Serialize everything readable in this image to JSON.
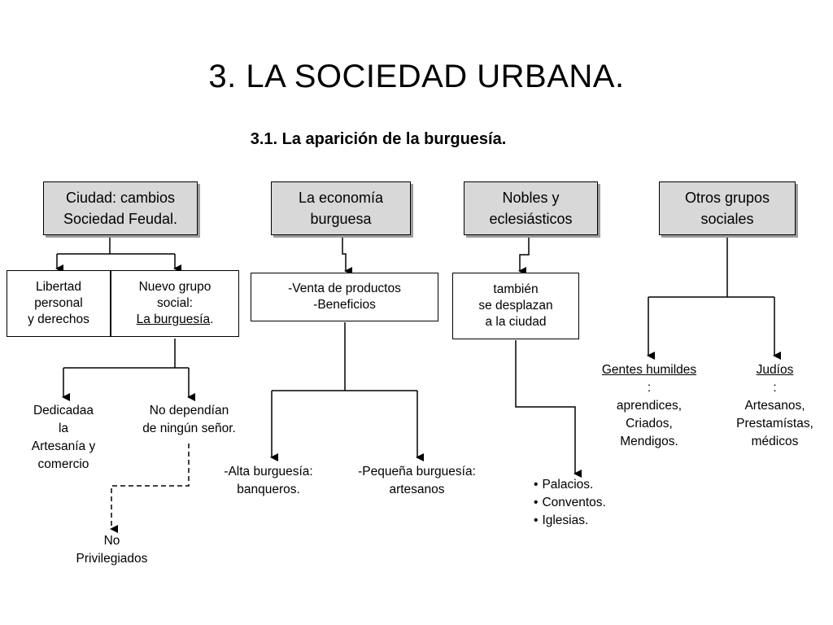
{
  "title": "3. LA SOCIEDAD URBANA.",
  "subtitle": "3.1. La aparición de la burguesía.",
  "headers": [
    {
      "line1": "Ciudad: cambios",
      "line2": "Sociedad Feudal."
    },
    {
      "line1": "La economía",
      "line2": "burguesa"
    },
    {
      "line1": "Nobles y",
      "line2": "eclesiásticos"
    },
    {
      "line1": "Otros grupos",
      "line2": "sociales"
    }
  ],
  "col1": {
    "libertad": {
      "line1": "Libertad",
      "line2": "personal",
      "line3": "y derechos"
    },
    "nuevo": {
      "line1": "Nuevo grupo",
      "line2": "social:",
      "line3_link": "La burguesía",
      "line3_tail": "."
    },
    "dedicada": {
      "line1": "Dedicadaa",
      "line2": "la",
      "line3": "Artesanía y",
      "line4": "comercio"
    },
    "nodepend": {
      "line1": "No dependían",
      "line2": "de ningún señor."
    },
    "noprivi": {
      "line1": "No",
      "line2": "Privilegiados"
    }
  },
  "col2": {
    "box": {
      "line1": "-Venta  de productos",
      "line2": "-Beneficios"
    },
    "alta": {
      "line1": "-Alta burguesía:",
      "line2": "banqueros."
    },
    "pequena": {
      "line1": "-Pequeña burguesía:",
      "line2": "artesanos"
    }
  },
  "col3": {
    "box": {
      "line1": "también",
      "line2": "se desplazan",
      "line3": "a la ciudad"
    },
    "bullets": [
      "Palacios.",
      "Conventos.",
      "Iglesias."
    ]
  },
  "col4": {
    "gentes": {
      "head": "Gentes humildes",
      "tail": ":",
      "line2": "aprendices,",
      "line3": "Criados,",
      "line4": "Mendigos."
    },
    "judios": {
      "head": "Judíos",
      "tail": ":",
      "line2": "Artesanos,",
      "line3": "Prestamístas,",
      "line4": "médicos"
    }
  }
}
